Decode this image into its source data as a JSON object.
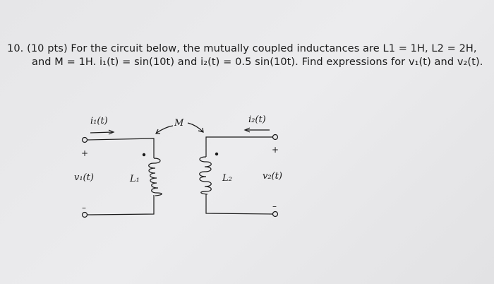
{
  "problem": {
    "number": "10.",
    "line1": "(10 pts) For the circuit below, the mutually coupled inductances are L1 = 1H, L2 = 2H,",
    "line2": "and M = 1H. i₁(t) = sin(10t) and i₂(t) = 0.5 sin(10t). Find expressions for v₁(t) and v₂(t)."
  },
  "circuit": {
    "i1": "i₁(t)",
    "i2": "i₂(t)",
    "M": "M",
    "L1": "L₁",
    "L2": "L₂",
    "v1": "v₁(t)",
    "v2": "v₂(t)",
    "plus": "+",
    "minus": "–"
  }
}
